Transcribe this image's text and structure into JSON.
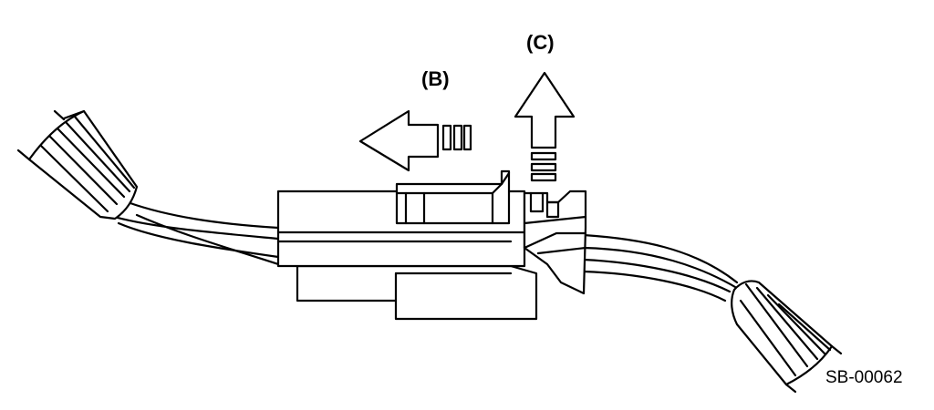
{
  "labels": {
    "b": "(B)",
    "c": "(C)",
    "code": "SB-00062"
  }
}
